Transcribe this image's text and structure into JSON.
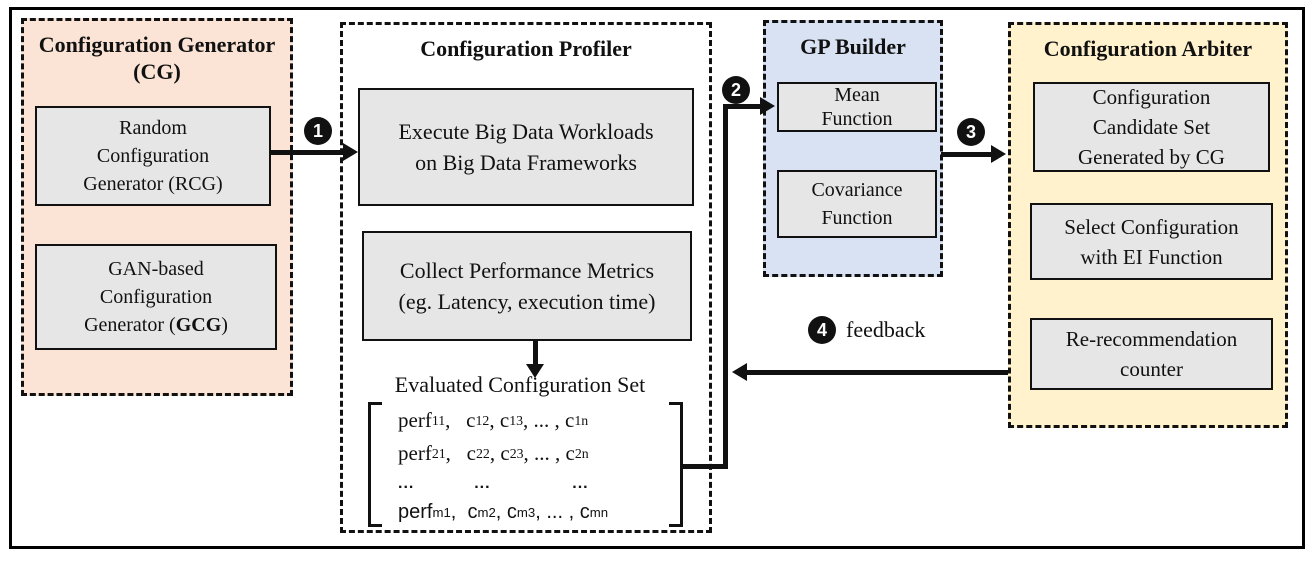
{
  "panels": {
    "cg": {
      "title": [
        "Configuration Generator",
        "(CG)"
      ],
      "rcg_box": [
        "Random",
        "Configuration",
        "Generator (RCG)"
      ],
      "gcg_box": [
        "GAN-based",
        "Configuration",
        "Generator (*GCG*)"
      ]
    },
    "profiler": {
      "title": "Configuration Profiler",
      "execute_box": [
        "Execute Big Data Workloads",
        "on Big Data Frameworks"
      ],
      "collect_box": [
        "Collect Performance Metrics",
        "(eg. Latency, execution time)"
      ],
      "evaluated_set_label": "Evaluated Configuration Set",
      "matrix_rows": [
        "perf_{11},   c_{12}, c_{13}, ... , c_{1n}",
        "perf_{21},   c_{22}, c_{23}, ... , c_{2n}",
        "...           ...               ...",
        "perf_{m1},  c_{m2}, c_{m3}, ... , c_{mn}"
      ]
    },
    "gp_builder": {
      "title": "GP Builder",
      "mean_box": [
        "Mean",
        "Function"
      ],
      "covariance_box": [
        "Covariance",
        "Function"
      ]
    },
    "arbiter": {
      "title": "Configuration Arbiter",
      "candidate_box": [
        "Configuration",
        "Candidate Set",
        "Generated by CG"
      ],
      "select_box": [
        "Select Configuration",
        "with EI Function"
      ],
      "counter_box": [
        "Re-recommendation",
        "counter"
      ]
    }
  },
  "steps": {
    "s1": "1",
    "s2": "2",
    "s3": "3",
    "s4": "4",
    "feedback_label": "feedback"
  },
  "colors": {
    "cg_panel_bg": "#FBE4D5",
    "gp_panel_bg": "#D9E2F3",
    "arbiter_panel_bg": "#FFF2CC",
    "inner_box_bg": "#E6E6E6",
    "line_color": "#111111"
  }
}
